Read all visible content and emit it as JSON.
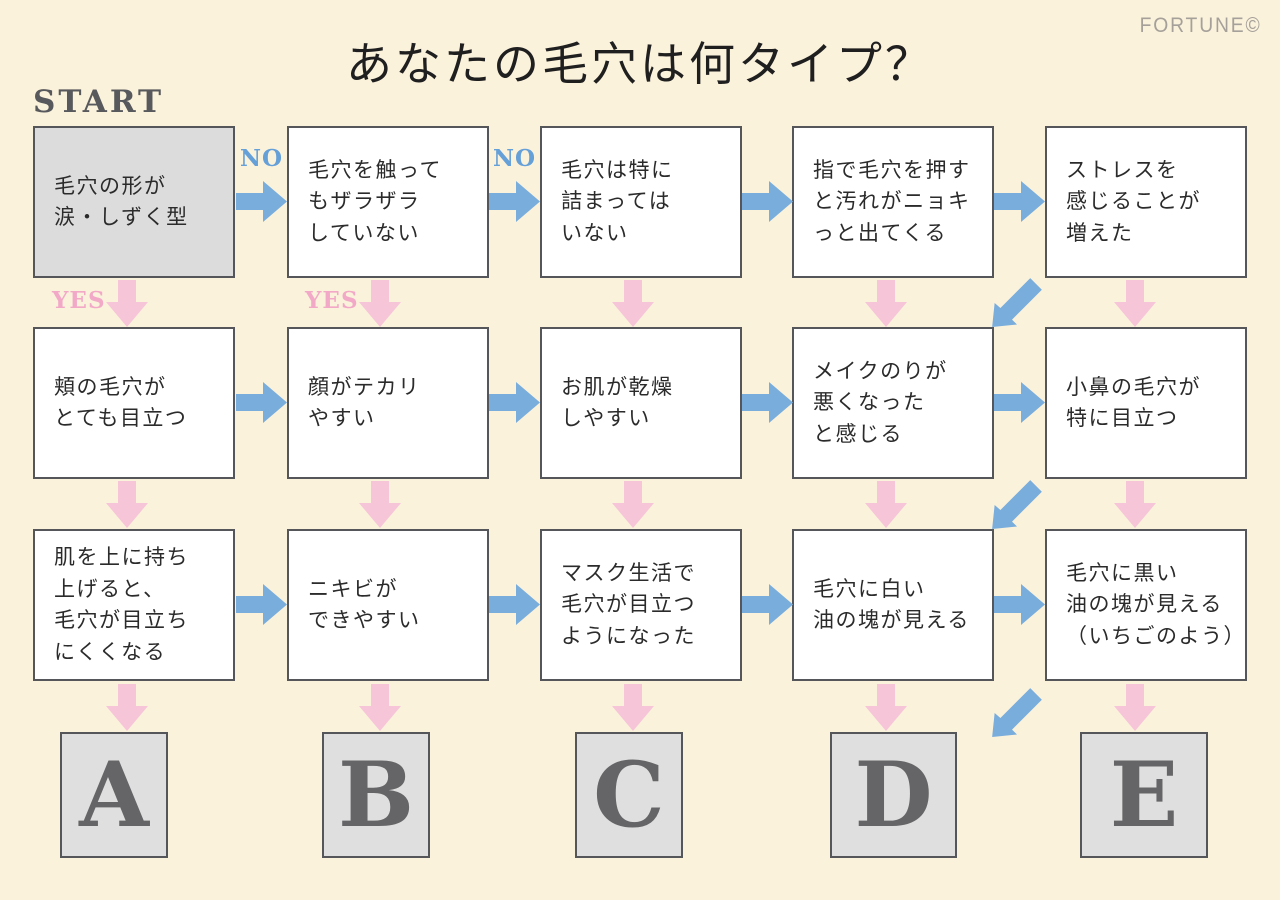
{
  "title": "あなたの毛穴は何タイプ？",
  "brand": "FORTUNE©",
  "start_label": "START",
  "labels": {
    "yes": "YES",
    "no": "NO"
  },
  "flow": {
    "rows": [
      [
        "毛穴の形が\n涙・しずく型",
        "毛穴を触って\nもザラザラ\nしていない",
        "毛穴は特に\n詰まっては\nいない",
        "指で毛穴を押す\nと汚れがニョキ\nっと出てくる",
        "ストレスを\n感じることが\n増えた"
      ],
      [
        "頬の毛穴が\nとても目立つ",
        "顔がテカリ\nやすい",
        "お肌が乾燥\nしやすい",
        "メイクのりが\n悪くなった\nと感じる",
        "小鼻の毛穴が\n特に目立つ"
      ],
      [
        "肌を上に持ち\n上げると、\n毛穴が目立ち\nにくくなる",
        "ニキビが\nできやすい",
        "マスク生活で\n毛穴が目立つ\nようになった",
        "毛穴に白い\n油の塊が見える",
        "毛穴に黒い\n油の塊が見える\n（いちごのよう）"
      ]
    ],
    "results": [
      "A",
      "B",
      "C",
      "D",
      "E"
    ]
  },
  "colors": {
    "background": "#FBF2DC",
    "arrow_blue": "#79ADDC",
    "arrow_pink": "#F6C5D8",
    "label_no_blue": "#66A0D8",
    "label_yes_pink": "#F2A9C7",
    "box_border": "#55565A",
    "box_fill": "#FFFFFF",
    "start_box_fill": "#DCDCDC",
    "result_box_fill": "#DFDFDF",
    "result_letter": "#656567",
    "brand_gray": "#A5A19A"
  }
}
